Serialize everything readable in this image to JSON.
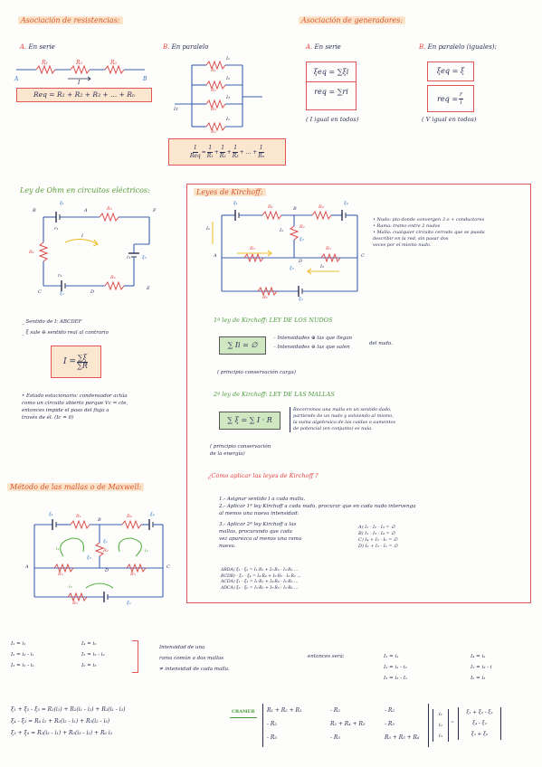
{
  "resistors": {
    "title": "Asociación de resistencias:",
    "series": {
      "marker": "A.",
      "label": "En serie",
      "r1": "R₁",
      "r2": "R₂",
      "r3": "R₃",
      "current": "I",
      "nodeA": "A",
      "nodeB": "B",
      "formula": "Req = R₁ + R₂ + R₃ + ... + Rₙ"
    },
    "parallel": {
      "marker": "B.",
      "label": "En paralelo",
      "currents": [
        "I₁",
        "I₂",
        "I₃",
        "Iₙ"
      ],
      "resistors": [
        "R₁",
        "R₂",
        "R₃",
        "Rₙ"
      ],
      "it": "Iᴛ",
      "formula_left_n": "1",
      "formula_left_d": "Req",
      "terms": [
        {
          "n": "1",
          "d": "R₁"
        },
        {
          "n": "1",
          "d": "R₂"
        },
        {
          "n": "1",
          "d": "R₃"
        }
      ],
      "dots": "+ ... +",
      "last": {
        "n": "1",
        "d": "Rₙ"
      }
    }
  },
  "generators": {
    "title": "Asociación de generadores:",
    "series": {
      "marker": "A.",
      "label": "En serie",
      "f1": "ξeq = ∑ξi",
      "f2": "req = ∑ri",
      "note": "( I igual en todos)"
    },
    "parallel": {
      "marker": "B.",
      "label": "En paralelo (iguales):",
      "f1": "ξeq = ξ",
      "f2_left": "req =",
      "f2_n": "r",
      "f2_d": "i",
      "note": "( V igual en todos)"
    }
  },
  "ohm": {
    "title": "Ley de Ohm en circuitos eléctricos:",
    "nodes": [
      "B",
      "A",
      "F",
      "C",
      "D",
      "E"
    ],
    "labels": {
      "e1": "ξ₁",
      "r1": "r₁",
      "R3": "R₃",
      "R1": "R₁",
      "r3": "r₃",
      "e3": "ξ₃",
      "r2": "r₂",
      "e2": "ξ₂",
      "R2": "R₂",
      "I": "I"
    },
    "notes": [
      "_ Sentido de I: ABCDEF",
      "_ ξ sale ⊖ sentido real al contrario"
    ],
    "formula_left": "I =",
    "formula_n": "∑ξ",
    "formula_d": "∑R",
    "bullet": [
      "• Estado estacionario: condensador actúa",
      "  como un circuito abierto porque  Vc = cte,",
      "  entonces impide el paso del flujo a",
      "  través de él.  (Ic = 0)"
    ]
  },
  "kirchhoff": {
    "title": "Leyes de Kirchoff:",
    "circuit": {
      "e1": "ξ₁",
      "R1": "R₁",
      "R4": "R₄",
      "e4": "ξ₄",
      "B": "B",
      "R2": "R₂",
      "e2": "ξ₂",
      "I1": "I₁",
      "I2": "I₂",
      "R5": "R₅",
      "A": "A",
      "C": "C",
      "D": "D",
      "R3": "R₃",
      "I3": "I₃",
      "R6": "R₆",
      "e3": "ξ₃",
      "e6": "ξ₆"
    },
    "defs": [
      "• Nudo: pto donde convergen 3 o + conductores",
      "• Rama: tramo entre 2 nudos",
      "• Malla: cualquier circuito cerrado que se pueda",
      "   describir en la red, sin pasar dos",
      "   veces por el mismo nudo."
    ],
    "law1_title": "1ª ley de Kirchoff:  LEY DE LOS NUDOS",
    "law1_formula": "∑ Ii = ∅",
    "law1_notes": [
      "– Intensidades ⊕ las que llegan",
      "– Intensidades ⊖ las que salen"
    ],
    "law1_suffix": "del nudo.",
    "law1_principle": "( principio conservación carga)",
    "law2_title": "2ª ley de Kirchoff:  LEY DE LAS MALLAS",
    "law2_formula": "∑ ξ = ∑ I · R",
    "law2_notes": [
      "Recorremos una malla en un sentido dado,",
      "partiendo de un nudo y volviendo al mismo,",
      "la suma algebraica de las caídas o aumentos",
      "de potencial (en conjunto) es nula."
    ],
    "law2_principle": [
      "( principio conservación",
      "  de la energía)"
    ],
    "apply_title": "¿Cómo aplicar las leyes de Kirchoff ?",
    "steps": [
      "1.- Asignar sentido I a cada malla.",
      "2.- Aplicar 1ª ley Kirchoff a cada nudo, procurar que en cada nudo intervenga",
      "     al menos una nueva intensidad:",
      "3.- Aplicar 2ª ley Kirchoff a las",
      "     mallas, procurando que cada",
      "     vez aparezca al menos una rama",
      "     nueva."
    ],
    "nodes_eq": [
      "A) I₁ - I₂ - I₃ = ∅",
      "B) I₁ - I₃ - I₄ = ∅",
      "C) I₄ + I₅ - I₆ = ∅",
      "D) I₂ + I₃ - I₅ = ∅"
    ],
    "mesh_eq": [
      "ABDA) ξ₁ - ξ₂ = I₁·R₁ + I₂·R₂ - I₃·R₃ ...",
      "BCDB) - ξ₂ - ξ₄ = I₄·R₄ + I₅·R₅ - I₂·R₂ ...",
      "ACDA) ξ₁ - ξ₃ = I₁·R₁ + I₄·R₄ - I₆·R₆ ...",
      "ADCA) ξ₃ - ξ₆ = I₃·R₃ + I₅·R₅ - I₆·R₆ ..."
    ]
  },
  "maxwell": {
    "title": "Método de las mallas o de Maxwell:",
    "labels": {
      "e1": "ξ₁",
      "R1": "R₁",
      "B": "B",
      "R4": "R₄",
      "e4": "ξ₄",
      "e2": "ξ₂",
      "R2": "R₂",
      "i1": "i₁",
      "i2": "i₂",
      "e3": "ξ₃",
      "A": "A",
      "D": "D",
      "C": "C",
      "R3": "R₃",
      "R5": "R₅",
      "i3": "i₃",
      "R6": "R₆",
      "e6": "ξ₆"
    },
    "currents_left": [
      "I₁ = i₁",
      "I₂ = i₂ - i₁",
      "I₃ = i₃ - i₁"
    ],
    "currents_right": [
      "I₄ = i₂",
      "I₅ = i₃ - i₂",
      "I₆ = i₃"
    ],
    "note": [
      "Intensidad de una",
      "rama común a dos mallas",
      "≠ intensidad de cada malla."
    ],
    "entonces": "entonces será:",
    "result_left": [
      "I₁ = i₁",
      "I₂ = i₁ - i₂",
      "I₃ = i₃ - I₁"
    ],
    "result_right": [
      "I₄ = i₂",
      "I₅ = i₃ - i",
      "I₆ = i₃"
    ],
    "equations": [
      "ξ₁ + ξ₂ - ξ₃ = R₁(i₁) + R₂(i₁ - i₂) + R₃(i₁ - i₃)",
      "ξ₄ - ξ₂ = R₄ i₂ + R₂(i₂ - i₁) + R₅(i₂ - i₃)",
      "ξ₃ + ξ₆ = R₃(i₃ - i₁) + R₅(i₃ - i₂) + R₆ i₃"
    ],
    "cramer": "CRAMER",
    "matrix": [
      [
        "R₁ + R₂ + R₃",
        "- R₂",
        "- R₃"
      ],
      [
        "- R₂",
        "R₂ + R₄ + R₅",
        "- R₅"
      ],
      [
        "- R₃",
        "- R₅",
        "R₃ + R₅ + R₆"
      ]
    ],
    "vector": [
      "i₁",
      "i₂",
      "i₃"
    ],
    "rhs": [
      "ξ₁ + ξ₂ - ξ₃",
      "ξ₄ - ξ₂",
      "ξ₃ + ξ₆"
    ]
  }
}
